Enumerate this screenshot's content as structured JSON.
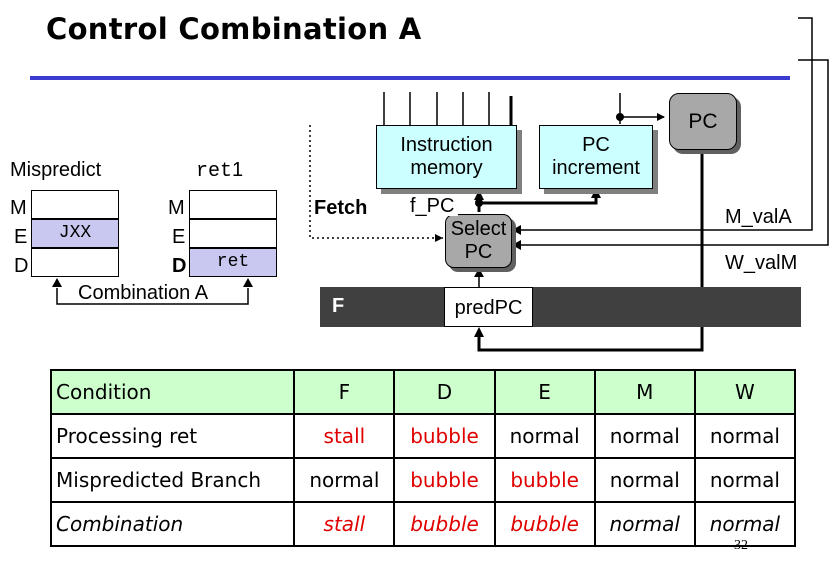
{
  "title": "Control Combination A",
  "left_diagram": {
    "mispredict_label": "Mispredict",
    "ret_label_mono": "ret",
    "ret_label_suffix": "1",
    "stage_m": "M",
    "stage_e": "E",
    "stage_d": "D",
    "jxx": "JXX",
    "ret": "ret",
    "combination_label": "Combination A"
  },
  "hardware": {
    "instruction_memory": [
      "Instruction",
      "memory"
    ],
    "pc_increment": [
      "PC",
      "increment"
    ],
    "pc": "PC",
    "select_pc": [
      "Select",
      "PC"
    ],
    "fetch": "Fetch",
    "f_pc": "f_PC",
    "m_vala": "M_valA",
    "w_valm": "W_valM",
    "f_register": "F",
    "predpc": "predPC"
  },
  "table": {
    "headers": [
      "Condition",
      "F",
      "D",
      "E",
      "M",
      "W"
    ],
    "rows": [
      {
        "cells": [
          "Processing ret",
          "stall",
          "bubble",
          "normal",
          "normal",
          "normal"
        ],
        "red": [
          false,
          true,
          true,
          false,
          false,
          false
        ],
        "italic": false
      },
      {
        "cells": [
          "Mispredicted Branch",
          "normal",
          "bubble",
          "bubble",
          "normal",
          "normal"
        ],
        "red": [
          false,
          false,
          true,
          true,
          false,
          false
        ],
        "italic": false
      },
      {
        "cells": [
          "Combination",
          "stall",
          "bubble",
          "bubble",
          "normal",
          "normal"
        ],
        "red": [
          false,
          true,
          true,
          true,
          false,
          false
        ],
        "italic": true
      }
    ]
  },
  "colors": {
    "red": "#e00000",
    "header_green": "#ccffcc",
    "rule_blue": "#3b3bd0",
    "stage_fill": "#c8c8f0",
    "cyan_box": "#ccffff"
  },
  "page_number": "32"
}
